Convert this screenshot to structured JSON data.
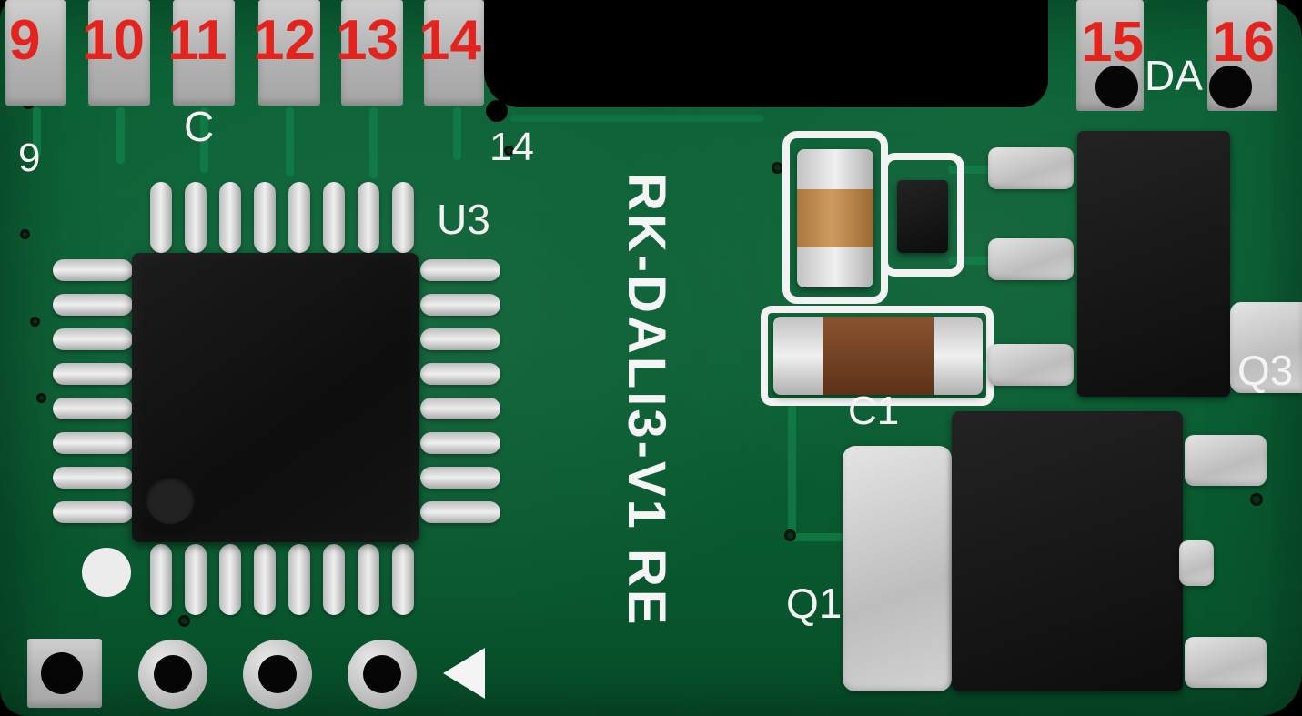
{
  "board": {
    "model_label": "RK-DALI3-V1 RE",
    "pads_top_left": [
      "9",
      "10",
      "11",
      "12",
      "13",
      "14"
    ],
    "pads_top_right": [
      "15",
      "16"
    ],
    "silkscreen": {
      "c": "C",
      "nine": "9",
      "fourteen": "14",
      "u3": "U3",
      "da": "DA",
      "c1": "C1",
      "q1": "Q1",
      "q3": "Q3"
    },
    "colors": {
      "pcb_green": "#0b6336",
      "pad_silver": "#b8b8b8",
      "label_red": "#e3231e",
      "silkscreen_white": "#f4f4f4",
      "component_black": "#121212",
      "capacitor_brown": "#6f3f22",
      "capacitor_tan": "#c08a52"
    }
  }
}
